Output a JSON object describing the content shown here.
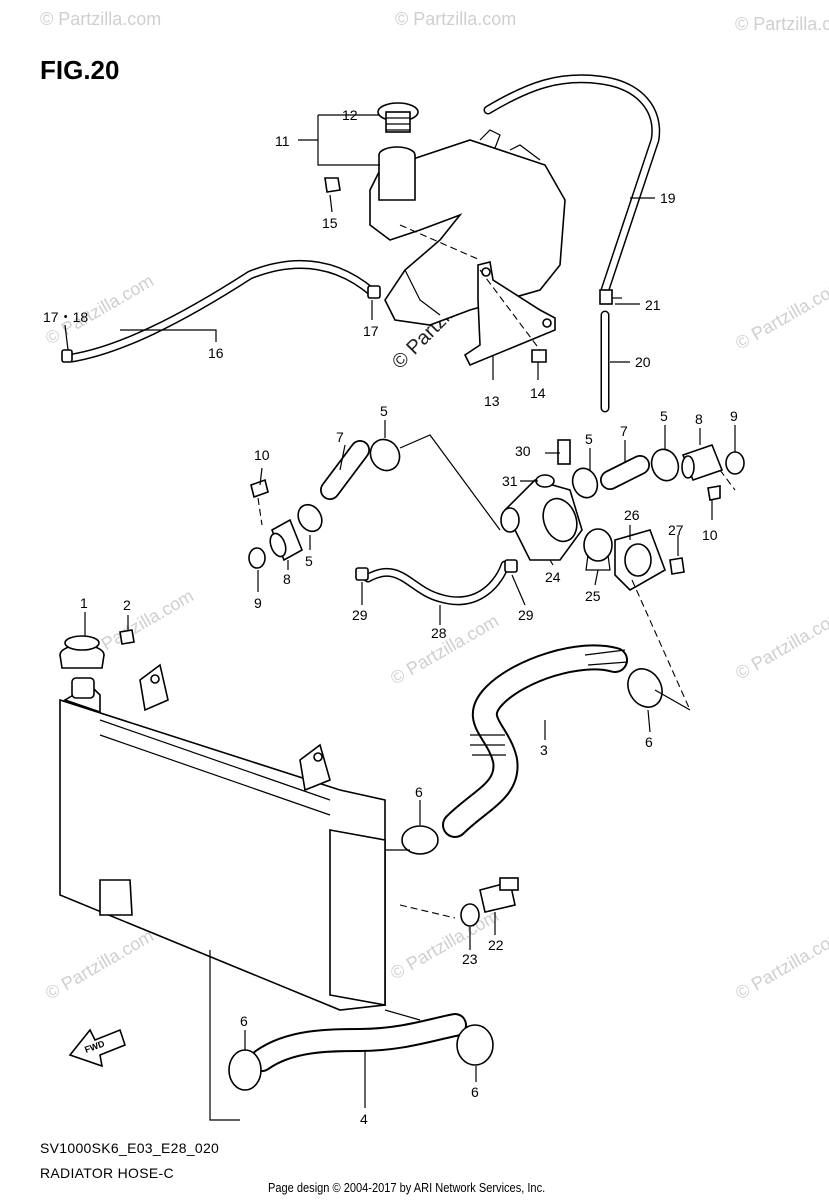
{
  "figure": {
    "title": "FIG.20",
    "code": "SV1000SK6_E03_E28_020",
    "name": "RADIATOR HOSE-C",
    "credit": "Page design © 2004-2017 by ARI Network Services, Inc."
  },
  "watermark": {
    "small_text": "© Partzilla.com",
    "center_text": "© Partzilla.com"
  },
  "fwd_label": "FWD",
  "part_labels": {
    "p1": "1",
    "p2": "2",
    "p3": "3",
    "p4": "4",
    "p5a": "5",
    "p5b": "5",
    "p5c": "5",
    "p5d": "5",
    "p6a": "6",
    "p6b": "6",
    "p6c": "6",
    "p6d": "6",
    "p7a": "7",
    "p7b": "7",
    "p8a": "8",
    "p8b": "8",
    "p9a": "9",
    "p9b": "9",
    "p10a": "10",
    "p10b": "10",
    "p11": "11",
    "p12": "12",
    "p13": "13",
    "p14": "14",
    "p15": "15",
    "p16": "16",
    "p17a": "17",
    "p1718": "17・18",
    "p19": "19",
    "p20": "20",
    "p21": "21",
    "p22": "22",
    "p23": "23",
    "p24": "24",
    "p25": "25",
    "p26": "26",
    "p27": "27",
    "p28": "28",
    "p29a": "29",
    "p29b": "29",
    "p30": "30",
    "p31": "31"
  },
  "colors": {
    "ink": "#000000",
    "watermark": "#cfcfcf",
    "background": "#ffffff"
  }
}
